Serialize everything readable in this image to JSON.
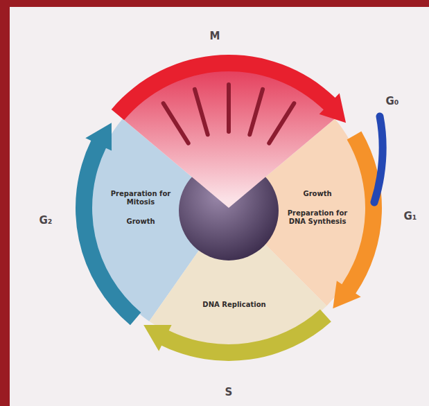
{
  "diagram": {
    "nodes": [
      {
        "text": [
          "Preparation for Mitosis",
          "Growth"
        ]
      },
      {
        "text": [
          "Growth",
          "Preparation for DNA Synthesis"
        ]
      },
      {
        "text": [
          "DNA Replication"
        ]
      }
    ],
    "labels": [
      "M",
      "G₀",
      "G₁",
      "G₂",
      "S"
    ]
  }
}
